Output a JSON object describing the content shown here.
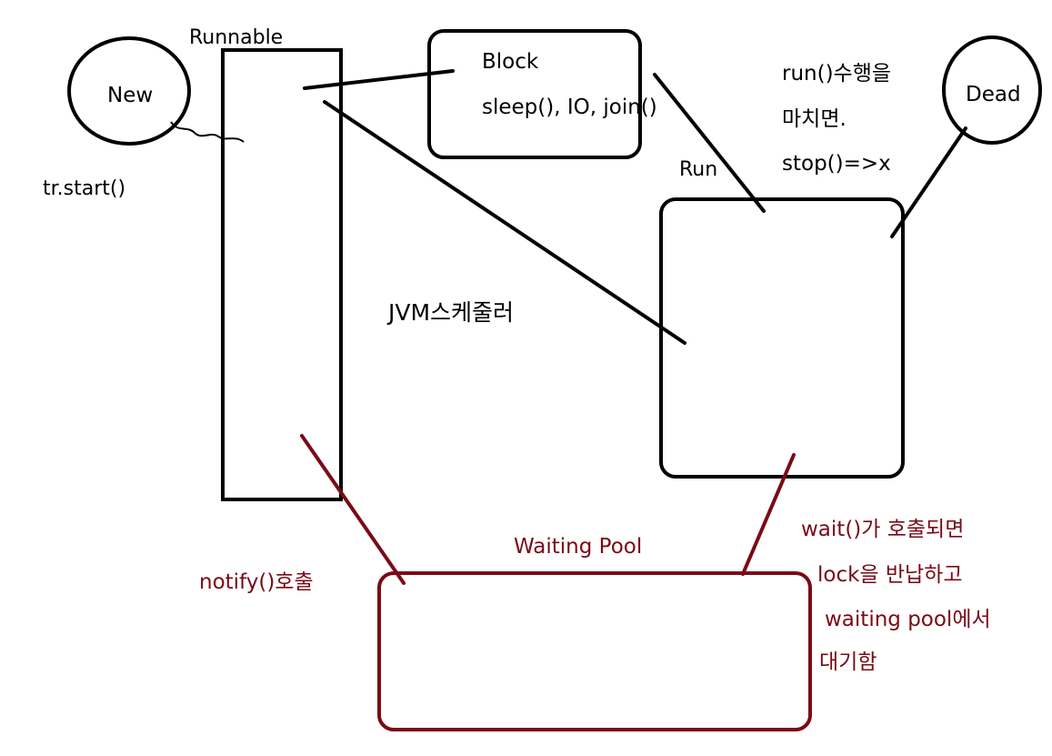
{
  "colors": {
    "ink": "#000000",
    "waiting": "#7a0a16",
    "background": "#ffffff"
  },
  "states": {
    "new": "New",
    "runnable": "Runnable",
    "block": "Block",
    "run": "Run",
    "dead": "Dead",
    "waiting_pool": "Waiting Pool"
  },
  "notes": {
    "start_call": "tr.start()",
    "block_causes": "sleep(), IO, join()",
    "scheduler": "JVM스케줄러",
    "run_end": [
      "run()수행을",
      "마치면.",
      "stop()=>x"
    ],
    "notify_call": "notify()호출",
    "wait_call": [
      "wait()가 호출되면",
      "lock을 반납하고",
      "waiting pool에서",
      "대기함"
    ]
  }
}
